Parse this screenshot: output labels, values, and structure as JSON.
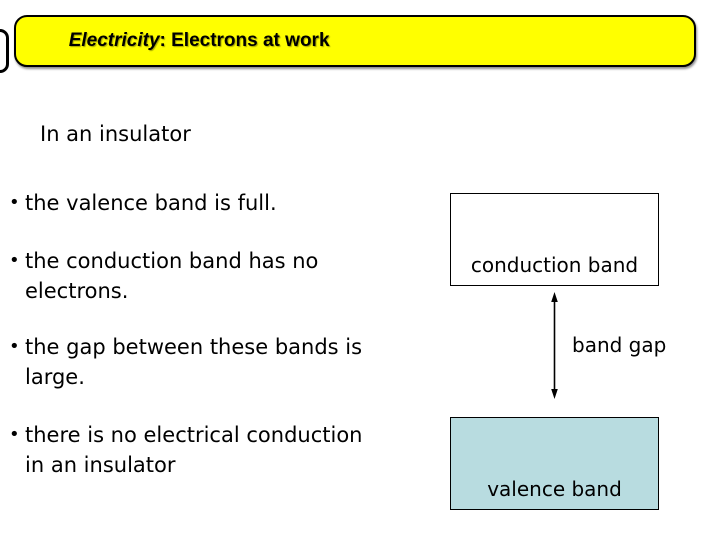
{
  "title": {
    "emphasis": "Electricity",
    "rest": ": Electrons at work"
  },
  "subtitle": "In an insulator",
  "bullet_char": "•",
  "bullets": [
    {
      "lines": [
        "the valence band is full."
      ]
    },
    {
      "lines": [
        "the conduction band has no",
        "electrons."
      ]
    },
    {
      "lines": [
        "the gap between these bands is",
        "large."
      ]
    },
    {
      "lines": [
        "there is no electrical conduction",
        "in an insulator"
      ]
    }
  ],
  "diagram": {
    "conduction_band_label": "conduction band",
    "band_gap_label": "band gap",
    "valence_band_label": "valence band",
    "conduction_band_fill": "#ffffff",
    "valence_band_fill": "#b8dce0",
    "line_color": "#000000"
  },
  "colors": {
    "title_background": "#ffff00",
    "title_border": "#000000",
    "page_background": "#ffffff",
    "text": "#000000"
  }
}
